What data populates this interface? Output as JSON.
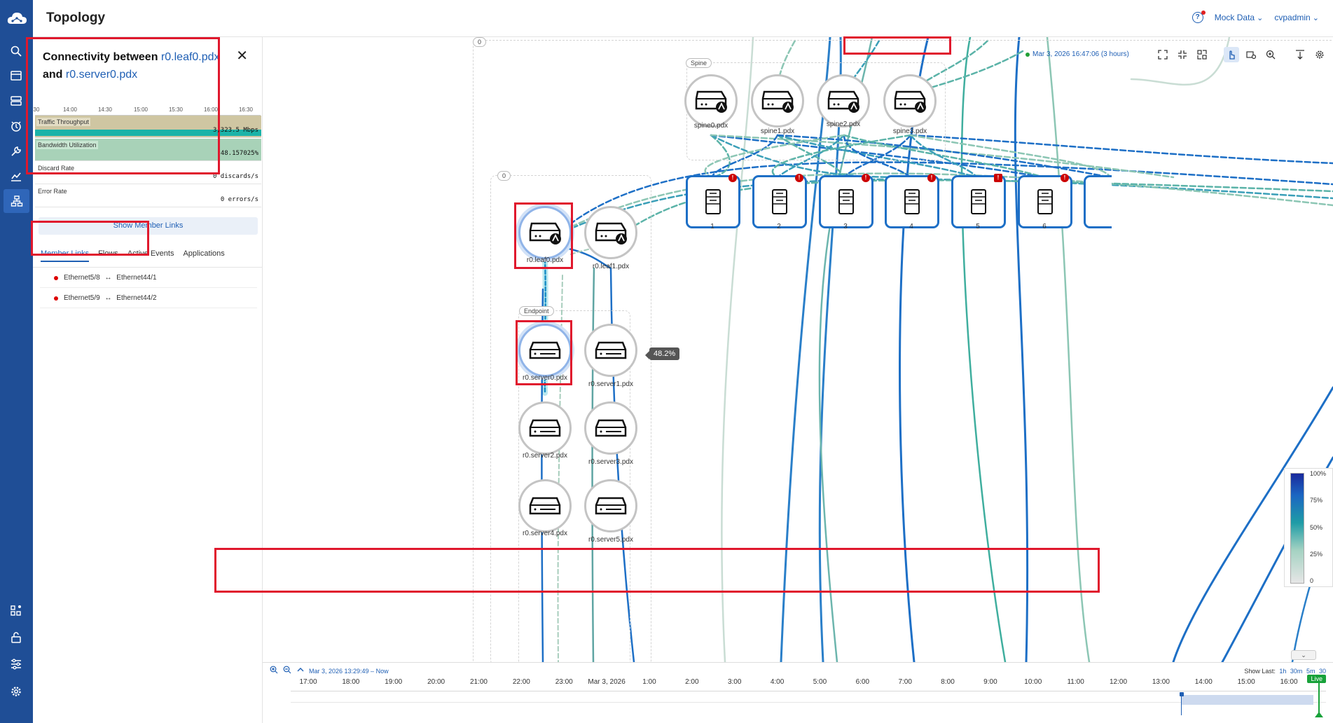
{
  "header": {
    "title": "Topology",
    "data_source": "Mock Data",
    "user": "cvpadmin"
  },
  "nav": {
    "items": [
      "search-icon",
      "inventory-icon",
      "devices-icon",
      "events-icon",
      "provisioning-icon",
      "metrics-icon",
      "topology-icon"
    ],
    "bottom_items": [
      "apps-icon",
      "lock-icon",
      "settings-sliders-icon",
      "gear-icon"
    ]
  },
  "connectivity": {
    "title_prefix": "Connectivity between",
    "node_a": "r0.leaf0.pdx",
    "joiner": "and",
    "node_b": "r0.server0.pdx",
    "axis_ticks": [
      "30",
      "14:00",
      "14:30",
      "15:00",
      "15:30",
      "16:00",
      "16:30"
    ],
    "metrics": [
      {
        "label": "Traffic Throughput",
        "value": "3,323.5 Mbps"
      },
      {
        "label": "Bandwidth Utilization",
        "value": "48.157025%"
      },
      {
        "label": "Discard Rate",
        "value": "0 discards/s"
      },
      {
        "label": "Error Rate",
        "value": "0 errors/s"
      }
    ],
    "show_member_links": "Show Member Links",
    "tabs": [
      "Member Links",
      "Flows",
      "Active Events",
      "Applications"
    ],
    "member_links": [
      {
        "a": "Ethernet5/8",
        "sep": "↔",
        "b": "Ethernet44/1"
      },
      {
        "a": "Ethernet5/9",
        "sep": "↔",
        "b": "Ethernet44/2"
      }
    ]
  },
  "topology": {
    "timestamp": "Mar 3, 2026 16:47:06 (3 hours)",
    "group_count_outer": "0",
    "group_count_inner": "0",
    "spine_label": "Spine",
    "endpoint_label": "Endpoint",
    "spines": [
      "spine0.pdx",
      "spine1.pdx",
      "spine2.pdx",
      "spine3.pdx"
    ],
    "racks": [
      "1",
      "2",
      "3",
      "4",
      "5",
      "6"
    ],
    "leaves": [
      "r0.leaf0.pdx",
      "r0.leaf1.pdx"
    ],
    "servers": [
      "r0.server0.pdx",
      "r0.server1.pdx",
      "r0.server2.pdx",
      "r0.server3.pdx",
      "r0.server4.pdx",
      "r0.server5.pdx"
    ],
    "link_tooltip": "48.2%",
    "legend": [
      "100%",
      "75%",
      "50%",
      "25%",
      "0"
    ],
    "colors": {
      "accent": "#1f5fb4",
      "alert": "#cc0000",
      "live": "#18a23a",
      "highlight": "#e0182d"
    }
  },
  "timeline": {
    "range": "Mar 3, 2026 13:29:49  –  Now",
    "show_last_label": "Show Last:",
    "show_last_options": [
      "1h",
      "30m",
      "5m",
      "30"
    ],
    "ticks": [
      "17:00",
      "18:00",
      "19:00",
      "20:00",
      "21:00",
      "22:00",
      "23:00",
      "Mar 3, 2026",
      "1:00",
      "2:00",
      "3:00",
      "4:00",
      "5:00",
      "6:00",
      "7:00",
      "8:00",
      "9:00",
      "10:00",
      "11:00",
      "12:00",
      "13:00",
      "14:00",
      "15:00",
      "16:00"
    ],
    "live": "Live"
  }
}
